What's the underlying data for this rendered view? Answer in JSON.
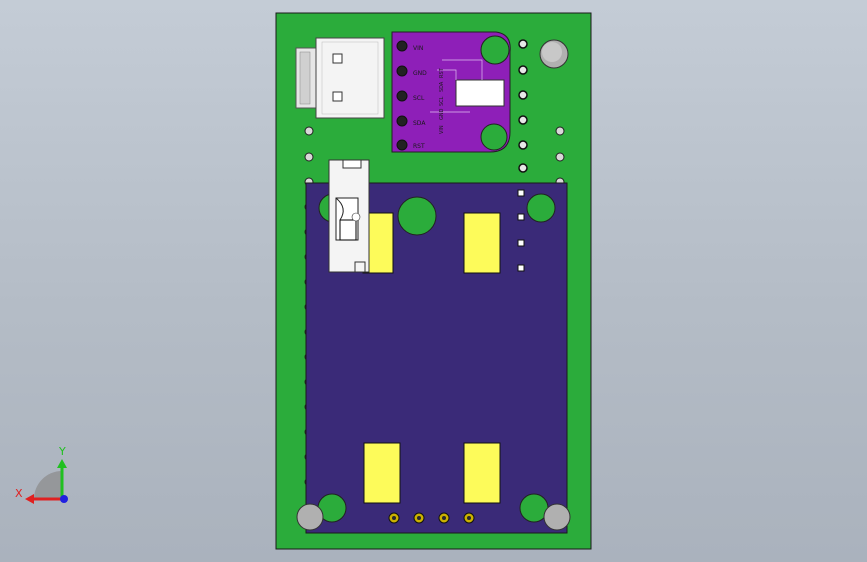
{
  "scene": {
    "background_color": "#b8c0ca",
    "main_pcb_color": "#2bac3b",
    "module_pcb_color": "#3a2a78",
    "sensor_pcb_color": "#8e1fb8",
    "pad_color": "#fdfb5a",
    "connector_color": "#f4f4f4"
  },
  "sensor_module": {
    "pin_labels": [
      "VIN",
      "GND",
      "SCL",
      "SDA",
      "RST"
    ],
    "side_labels": [
      "VIN",
      "GND",
      "SCL",
      "SDA",
      "RST"
    ]
  },
  "triad": {
    "x_label": "X",
    "y_label": "Y",
    "x_color": "#e02020",
    "y_color": "#20c020",
    "z_color": "#2020e0"
  }
}
